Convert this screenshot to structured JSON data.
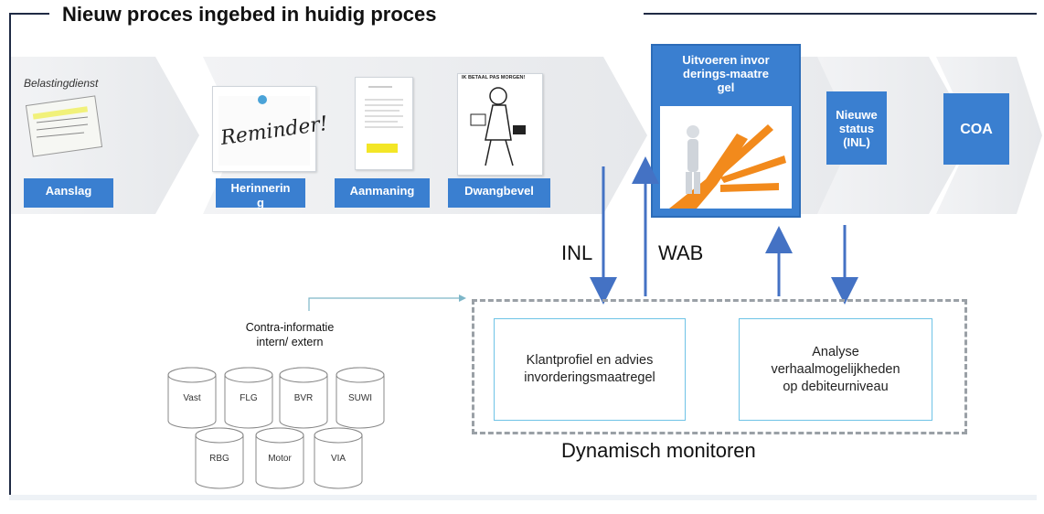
{
  "title": "Nieuw proces ingebed in huidig proces",
  "steps": [
    {
      "label": "Aanslag",
      "thumb_text": "Belastingdienst"
    },
    {
      "label": "Herinnering",
      "thumb_text": "Reminder!"
    },
    {
      "label": "Aanmaning"
    },
    {
      "label": "Dwangbevel",
      "thumb_text": "IK BETAAL PAS MORGEN!"
    },
    {
      "label": "Uitvoeren invorderings-maatregel"
    },
    {
      "label": "Nieuwe status (INL)"
    },
    {
      "label": "COA"
    }
  ],
  "arrow_labels": {
    "inl": "INL",
    "wab": "WAB"
  },
  "contra_info": "Contra-informatie intern/ extern",
  "databases": [
    "Vast",
    "FLG",
    "BVR",
    "SUWI",
    "RBG",
    "Motor",
    "VIA"
  ],
  "panels": {
    "klantprofiel": "Klantprofiel en advies invorderingsmaatregel",
    "analyse": "Analyse verhaalmogelijkheden op debiteurniveau"
  },
  "monitor_label": "Dynamisch monitoren",
  "colors": {
    "accent": "#3a7fd0",
    "arrow": "#4472c4",
    "frame": "#1f2a44",
    "panel_border": "#6ec3e6",
    "orange": "#f28a1c"
  }
}
